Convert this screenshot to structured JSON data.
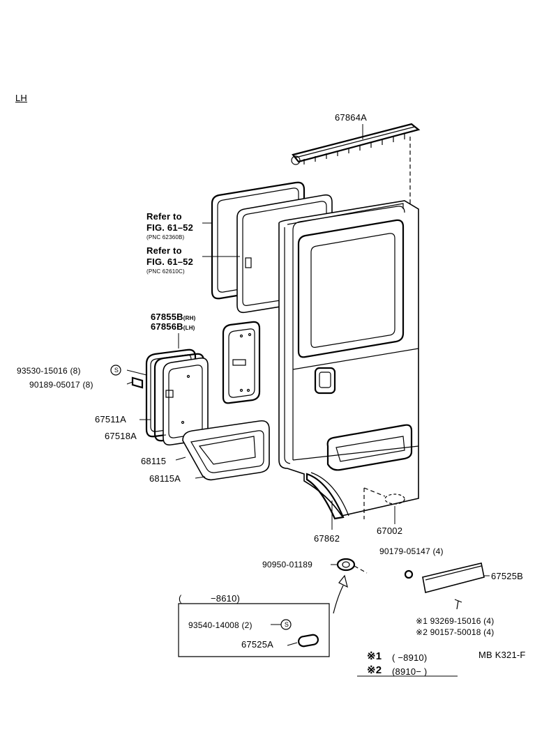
{
  "side": "LH",
  "parts": {
    "p67864A": "67864A",
    "refer1_a": "Refer to",
    "refer1_b": "FIG. 61–52",
    "refer1_c": "(PNC 62360B)",
    "refer2_a": "Refer to",
    "refer2_b": "FIG. 61–52",
    "refer2_c": "(PNC 62610C)",
    "p67855B": "67855B",
    "p67855B_side": "(RH)",
    "p67856B": "67856B",
    "p67856B_side": "(LH)",
    "p93530": "93530-15016 (8)",
    "p90189": "90189-05017 (8)",
    "p67511A": "67511A",
    "p67518A": "67518A",
    "p68115": "68115",
    "p68115A": "68115A",
    "p67862": "67862",
    "p67002": "67002",
    "p90950": "90950-01189",
    "p90179": "90179-05147 (4)",
    "p67525B": "67525B",
    "p93269": "※1 93269-15016 (4)",
    "p90157": "※2 90157-50018 (4)",
    "p93540": "93540-14008 (2)",
    "p67525A": "67525A",
    "s_mark": "S"
  },
  "inset": {
    "range_open": "(",
    "range": "−8610)"
  },
  "notes": {
    "n1_mark": "※1",
    "n1_range": "(        −8910)",
    "n2_mark": "※2",
    "n2_range": "(8910−          )"
  },
  "code": "MB K321-F"
}
